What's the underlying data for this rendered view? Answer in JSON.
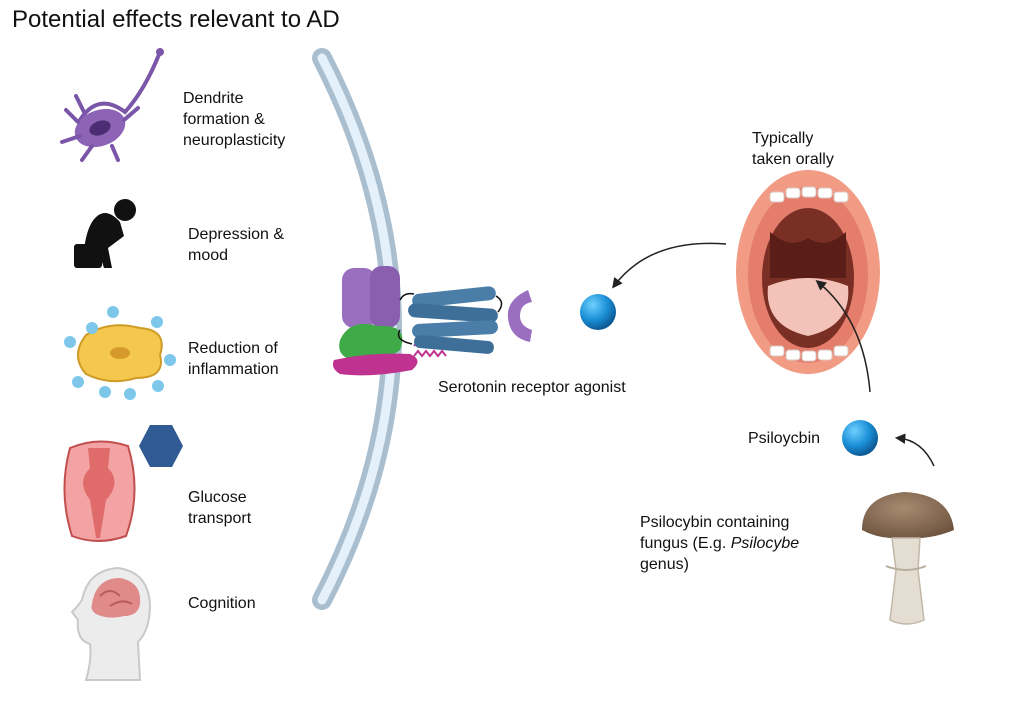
{
  "title": "Potential effects relevant to AD",
  "effects": [
    {
      "id": "dendrite",
      "lines": [
        "Dendrite",
        "formation &",
        "neuroplasticity"
      ],
      "icon": "neuron-icon"
    },
    {
      "id": "depression",
      "lines": [
        "Depression &",
        "mood"
      ],
      "icon": "sad-person-icon"
    },
    {
      "id": "inflammation",
      "lines": [
        "Reduction of",
        "inflammation"
      ],
      "icon": "inflamed-cell-icon"
    },
    {
      "id": "glucose",
      "lines": [
        "Glucose",
        "transport"
      ],
      "icon": "glucose-transporter-icon"
    },
    {
      "id": "cognition",
      "lines": [
        "Cognition"
      ],
      "icon": "head-brain-icon"
    }
  ],
  "receptor_label": "Serotonin receptor agonist",
  "oral_label": [
    "Typically",
    "taken orally"
  ],
  "psilocybin_label": "Psiloycbin",
  "fungus_label": {
    "line1": "Psilocybin containing",
    "line2_before": "fungus (E.g. ",
    "line2_italic": "Psilocybe",
    "line3": "genus)"
  },
  "colors": {
    "membrane": "#a9bfd0",
    "membrane_inner": "#e4f1fa",
    "molecule": "#1b8fd6",
    "receptor": "#4a7da8",
    "g_protein_purple": "#9a6fbf",
    "g_protein_green": "#3faa48",
    "g_protein_magenta": "#c0328f"
  }
}
